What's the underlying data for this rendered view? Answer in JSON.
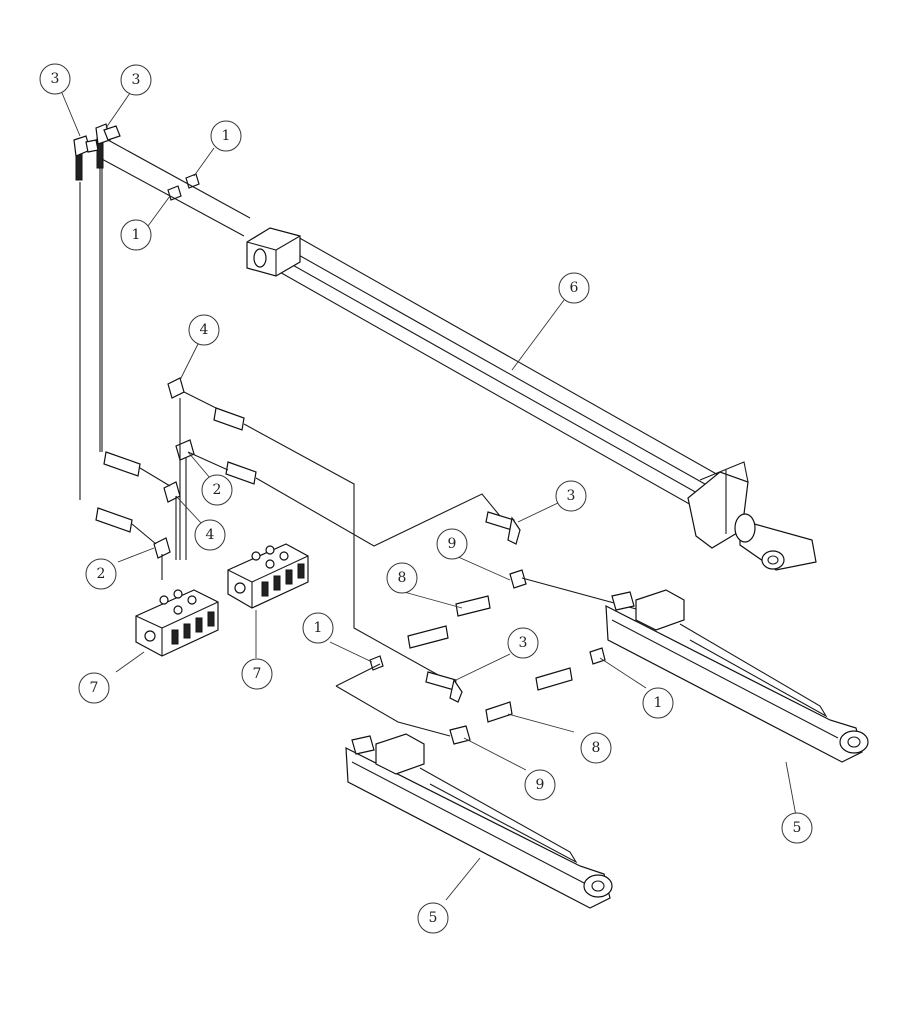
{
  "callouts": [
    {
      "id": "c1",
      "label": "3"
    },
    {
      "id": "c2",
      "label": "3"
    },
    {
      "id": "c3",
      "label": "1"
    },
    {
      "id": "c4",
      "label": "1"
    },
    {
      "id": "c5",
      "label": "6"
    },
    {
      "id": "c6",
      "label": "4"
    },
    {
      "id": "c7",
      "label": "2"
    },
    {
      "id": "c8",
      "label": "4"
    },
    {
      "id": "c9",
      "label": "2"
    },
    {
      "id": "c10",
      "label": "3"
    },
    {
      "id": "c11",
      "label": "9"
    },
    {
      "id": "c12",
      "label": "8"
    },
    {
      "id": "c13",
      "label": "7"
    },
    {
      "id": "c14",
      "label": "7"
    },
    {
      "id": "c15",
      "label": "1"
    },
    {
      "id": "c16",
      "label": "3"
    },
    {
      "id": "c17",
      "label": "1"
    },
    {
      "id": "c18",
      "label": "8"
    },
    {
      "id": "c19",
      "label": "9"
    },
    {
      "id": "c20",
      "label": "5"
    },
    {
      "id": "c21",
      "label": "5"
    }
  ]
}
